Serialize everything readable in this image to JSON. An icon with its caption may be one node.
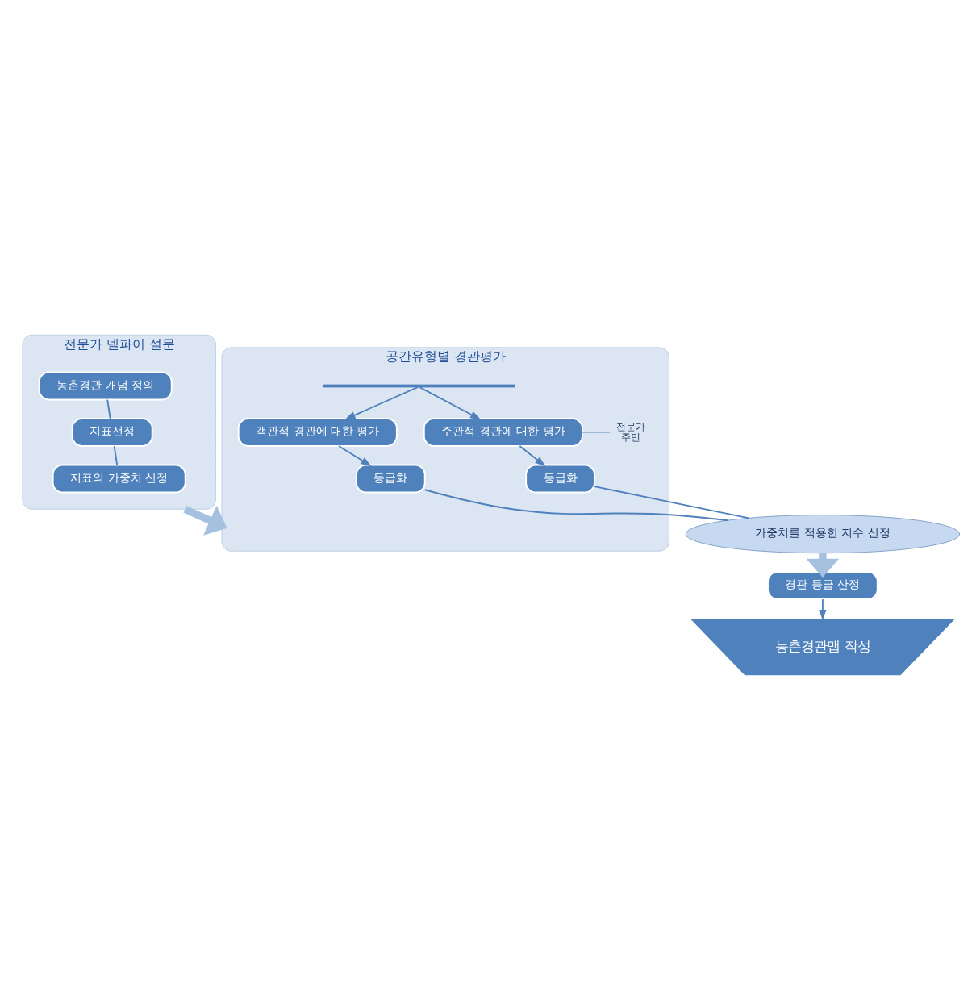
{
  "diagram": {
    "nodes": [
      {
        "text": [
          "전문가 델파이 설문"
        ]
      },
      {
        "text": [
          "농촌경관 개념 정의"
        ],
        "in": 0
      },
      {
        "text": [
          "지표선정"
        ],
        "in": 0
      },
      {
        "text": [
          "지표의 가중치 산정"
        ],
        "in": 0
      },
      {
        "text": [
          "공간유형별 경관평가"
        ]
      },
      {
        "text": [],
        "shape": "bar",
        "in": 4
      },
      {
        "text": [
          "객관적 경관에 대한 평가"
        ],
        "in": 4
      },
      {
        "text": [
          "주관적 경관에 대한 평가"
        ],
        "in": 4,
        "beside": [
          "전문가",
          "주민"
        ]
      },
      {
        "text": [
          "등급화"
        ],
        "in": 4
      },
      {
        "text": [
          "등급화"
        ],
        "in": 4
      },
      {
        "text": [
          "가중치를 적용한 지수 산정"
        ]
      },
      {
        "text": [
          "경관 등급 산정"
        ]
      },
      {
        "text": [
          "농촌경관맵 작성"
        ]
      }
    ],
    "edges": [
      {
        "from": 1,
        "to": 2,
        "arrow": "none"
      },
      {
        "from": 2,
        "to": 3,
        "arrow": "none"
      },
      {
        "from": 0,
        "to": 4,
        "arrow": "to",
        "style": "thick"
      },
      {
        "from": 5,
        "to": 6,
        "arrow": "to"
      },
      {
        "from": 5,
        "to": 7,
        "arrow": "to"
      },
      {
        "from": 6,
        "to": 8,
        "arrow": "to"
      },
      {
        "from": 7,
        "to": 9,
        "arrow": "to"
      },
      {
        "from": 8,
        "to": 10,
        "arrow": "none"
      },
      {
        "from": 9,
        "to": 10,
        "arrow": "none"
      },
      {
        "from": 10,
        "to": 11,
        "arrow": "to",
        "style": "thick"
      },
      {
        "from": 11,
        "to": 12,
        "arrow": "to"
      }
    ]
  }
}
